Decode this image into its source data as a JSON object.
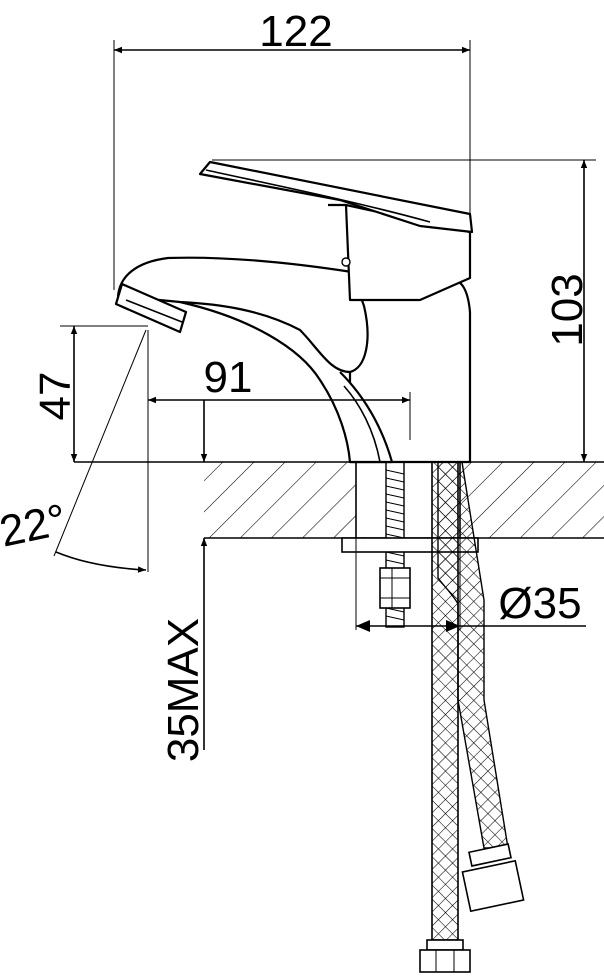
{
  "dimensions": {
    "width_total": "122",
    "height_total": "103",
    "spout_height": "47",
    "spout_reach": "91",
    "spout_angle": "22°",
    "hole_diameter": "Ø35",
    "deck_thickness": "35MAX"
  }
}
